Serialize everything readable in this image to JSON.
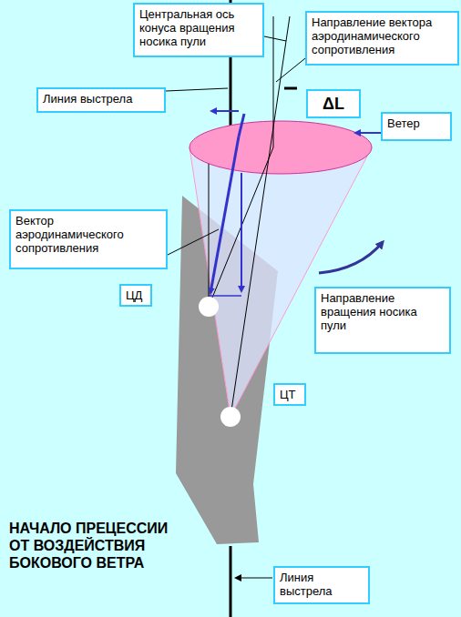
{
  "diagram": {
    "title": "НАЧАЛО ПРЕЦЕССИИ ОТ ВОЗДЕЙСТВИЯ БОКОВОГО ВЕТРА",
    "nodes": [
      {
        "text": [
          "Центральная ось конуса вращения носика пули"
        ]
      },
      {
        "text": [
          "Направление вектора аэродинамического сопротивления"
        ]
      },
      {
        "text": [
          "Линия выстрела"
        ]
      },
      {
        "text": [
          "ΔL"
        ]
      },
      {
        "text": [
          "Ветер"
        ]
      },
      {
        "text": [
          "Вектор аэродинамического сопротивления"
        ]
      },
      {
        "text": [
          "ЦД"
        ]
      },
      {
        "text": [
          "Направление вращения носика пули"
        ]
      },
      {
        "text": [
          "ЦТ"
        ]
      },
      {
        "text": [
          "Линия выстрела"
        ]
      }
    ]
  }
}
